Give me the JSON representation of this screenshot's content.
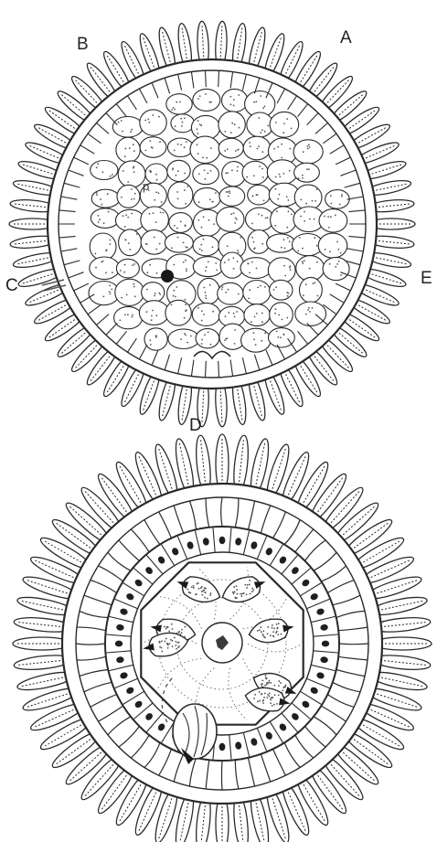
{
  "top_figure": {
    "labels": {
      "A": "A",
      "B": "B",
      "C": "C",
      "D": "D",
      "E": "E",
      "interior": "p"
    }
  },
  "bottom_figure": {},
  "colors": {
    "ink": "#2a2a2a",
    "paper": "#ffffff",
    "stipple": "#555555"
  }
}
